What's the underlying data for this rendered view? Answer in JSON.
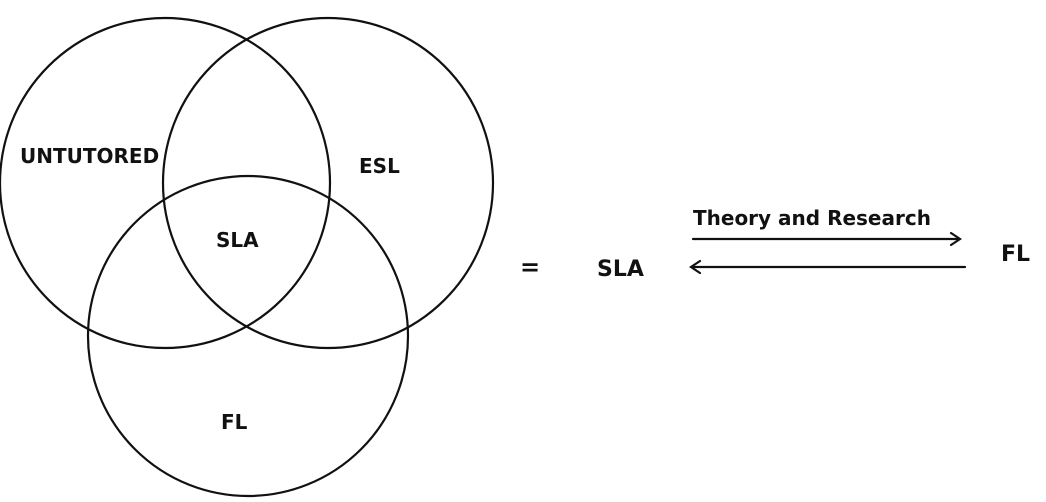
{
  "venn": {
    "sets": {
      "untutored": "UNTUTORED",
      "esl": "ESL",
      "fl": "FL"
    },
    "intersection": "SLA"
  },
  "equation": {
    "equals": "=",
    "left_term": "SLA",
    "arrow_label": "Theory and Research",
    "right_term": "FL"
  }
}
